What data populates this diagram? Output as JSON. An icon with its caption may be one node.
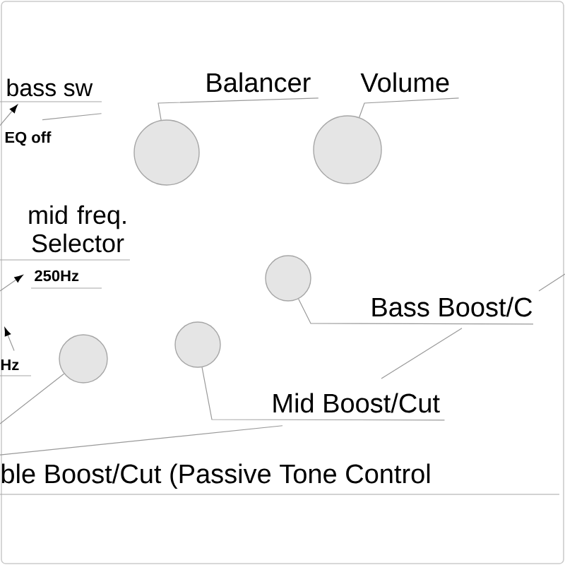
{
  "diagram": {
    "nodes": [
      {
        "text": [
          "bass sw"
        ]
      },
      {
        "text": [
          "EQ off"
        ]
      },
      {
        "text": [
          "mid freq. Selector"
        ]
      },
      {
        "text": [
          "250Hz"
        ]
      },
      {
        "text": [
          "Hz"
        ]
      },
      {
        "text": [
          "Balancer"
        ]
      },
      {
        "text": [
          "Volume"
        ]
      },
      {
        "text": [
          "Bass Boost/C"
        ]
      },
      {
        "text": [
          "Mid Boost/Cut"
        ]
      },
      {
        "text": [
          "ble Boost/Cut (Passive Tone Control"
        ]
      },
      {
        "text": [],
        "shape": "circle"
      },
      {
        "text": [],
        "shape": "circle"
      },
      {
        "text": [],
        "shape": "circle"
      },
      {
        "text": [],
        "shape": "circle"
      },
      {
        "text": [],
        "shape": "circle"
      }
    ],
    "edges": [
      {
        "from": 5,
        "to": 11,
        "arrow": "none"
      },
      {
        "from": 6,
        "to": 14,
        "arrow": "none"
      },
      {
        "from": 7,
        "to": 13,
        "arrow": "none"
      },
      {
        "from": 8,
        "to": 12,
        "arrow": "none"
      },
      {
        "from": 10,
        "to": null,
        "arrow": "none"
      },
      {
        "from": 8,
        "to": 9,
        "arrow": "none"
      },
      {
        "from": 7,
        "to": 8,
        "arrow": "none"
      },
      {
        "from": 7,
        "to": null,
        "arrow": "none"
      },
      {
        "from": 1,
        "to": 0,
        "arrow": "to"
      },
      {
        "from": null,
        "to": 3,
        "arrow": "to"
      },
      {
        "from": 4,
        "to": null,
        "arrow": "to"
      },
      {
        "from": 0,
        "to": 1,
        "arrow": "none"
      }
    ]
  }
}
